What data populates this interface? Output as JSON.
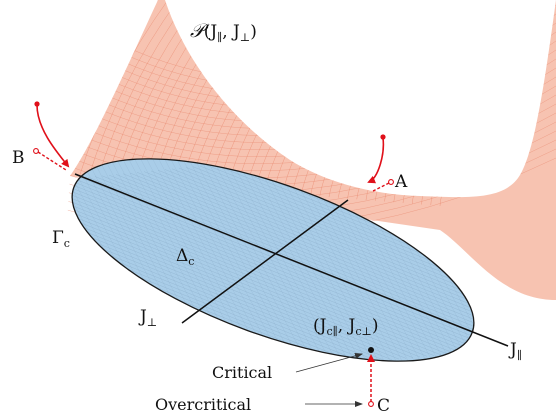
{
  "colors": {
    "surface_fill": "#f6b8a3",
    "surface_line": "#e8866b",
    "disk_fill": "#a9cde8",
    "disk_edge": "#1a1a1a",
    "disk_grid": "#7a9bb8",
    "axis": "#111111",
    "trajectory": "#e0101a"
  },
  "labels": {
    "potential_main": "𝒫",
    "potential_args_open": "(J",
    "potential_sub1": "∥",
    "potential_comma": ", J",
    "potential_sub2": "⊥",
    "potential_close": ")",
    "gamma": "Γ",
    "gamma_sub": "c",
    "delta": "Δ",
    "delta_sub": "c",
    "j_par": "J",
    "j_par_sub": "∥",
    "j_perp": "J",
    "j_perp_sub": "⊥",
    "crit_point_open": "(J",
    "crit_point_sub1": "c∥",
    "crit_point_comma": ", J",
    "crit_point_sub2": "c⊥",
    "crit_point_close": ")",
    "point_a": "A",
    "point_b": "B",
    "point_c": "C",
    "critical": "Critical",
    "overcritical": "Overcritical"
  }
}
